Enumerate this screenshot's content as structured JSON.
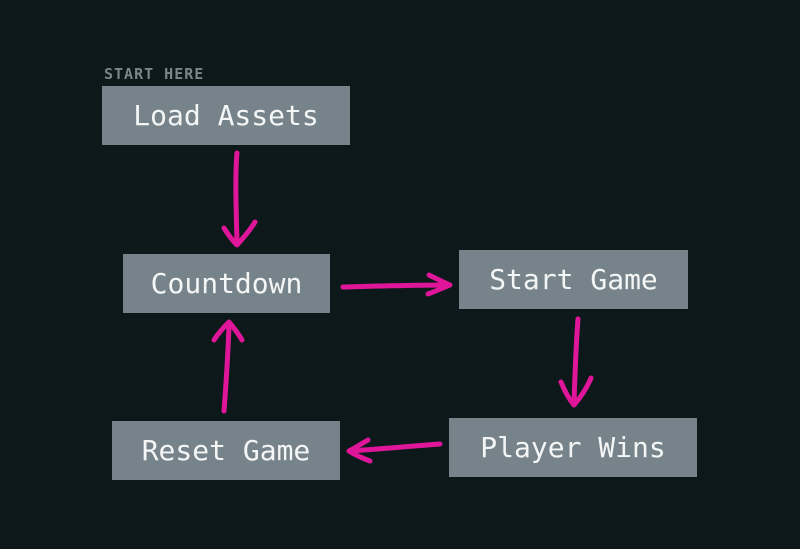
{
  "diagram": {
    "start_label": "START HERE",
    "nodes": [
      {
        "id": "load",
        "label": "Load Assets"
      },
      {
        "id": "countdown",
        "label": "Countdown"
      },
      {
        "id": "start",
        "label": "Start Game"
      },
      {
        "id": "player",
        "label": "Player Wins"
      },
      {
        "id": "reset",
        "label": "Reset Game"
      }
    ],
    "edges": [
      {
        "from": "load",
        "to": "countdown"
      },
      {
        "from": "countdown",
        "to": "start"
      },
      {
        "from": "start",
        "to": "player"
      },
      {
        "from": "player",
        "to": "reset"
      },
      {
        "from": "reset",
        "to": "countdown"
      }
    ]
  },
  "colors": {
    "background": "#0d181a",
    "node_fill": "#76838a",
    "node_text": "#f4f6f6",
    "arrow": "#e0169a",
    "start_label": "#7b868a"
  }
}
